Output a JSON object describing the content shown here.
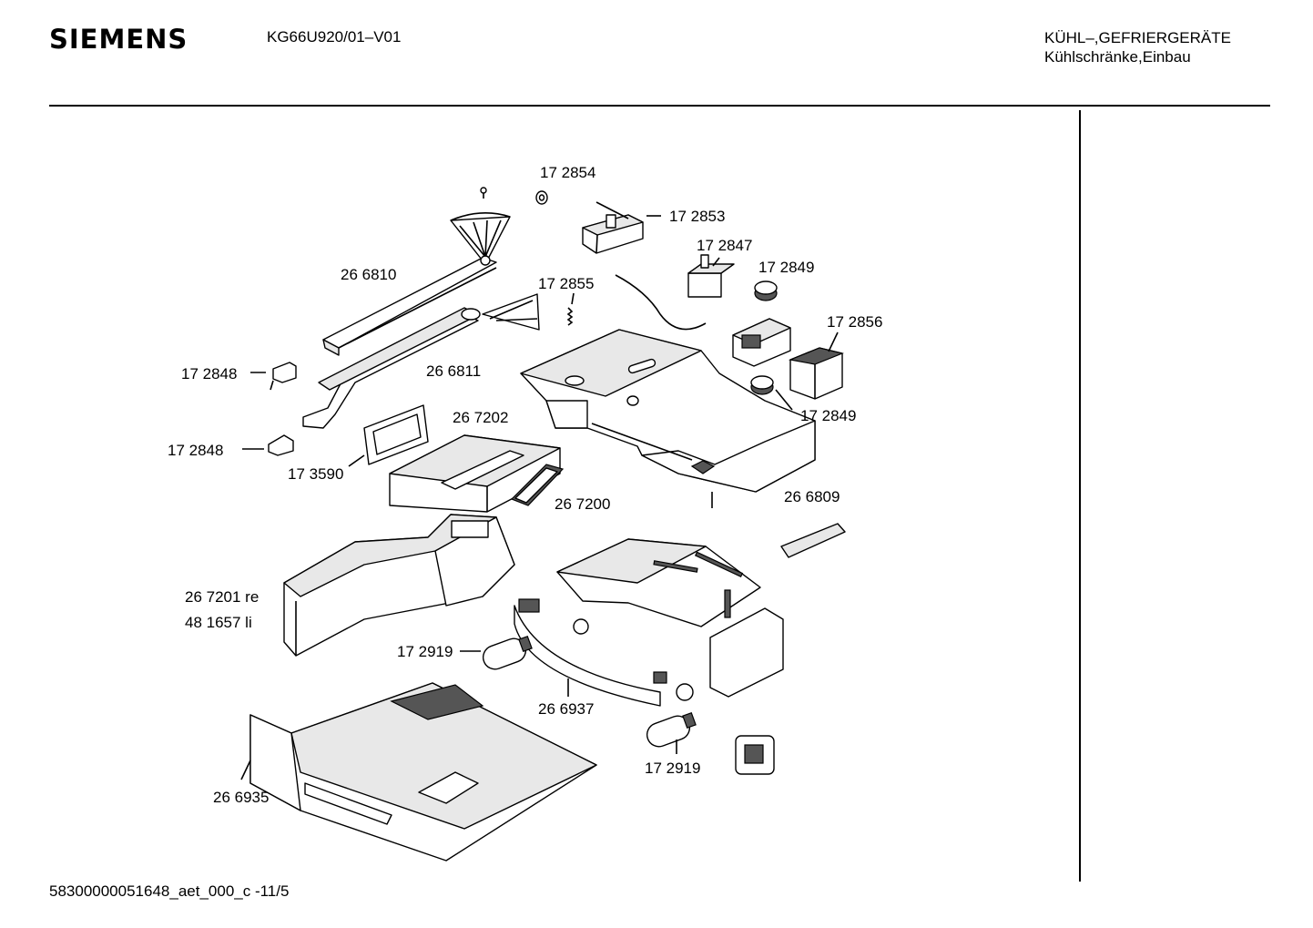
{
  "header": {
    "brand": "SIEMENS",
    "model": "KG66U920/01–V01",
    "category_line1": "KÜHL–,GEFRIERGERÄTE",
    "category_line2": "Kühlschränke,Einbau"
  },
  "footer": {
    "doc_id": "58300000051648_aet_000_c  -11/5"
  },
  "parts": {
    "p172854": "17 2854",
    "p172853": "17 2853",
    "p172847": "17 2847",
    "p172849a": "17 2849",
    "p266810": "26 6810",
    "p172855": "17 2855",
    "p172856": "17 2856",
    "p172848a": "17 2848",
    "p266811": "26 6811",
    "p172849b": "17 2849",
    "p267202": "26 7202",
    "p172848b": "17 2848",
    "p173590": "17 3590",
    "p266809": "26 6809",
    "p267200": "26 7200",
    "p267201": "26 7201 re",
    "p481657": "48 1657 li",
    "p172919a": "17 2919",
    "p266937": "26 6937",
    "p172919b": "17 2919",
    "p266935": "26 6935"
  }
}
